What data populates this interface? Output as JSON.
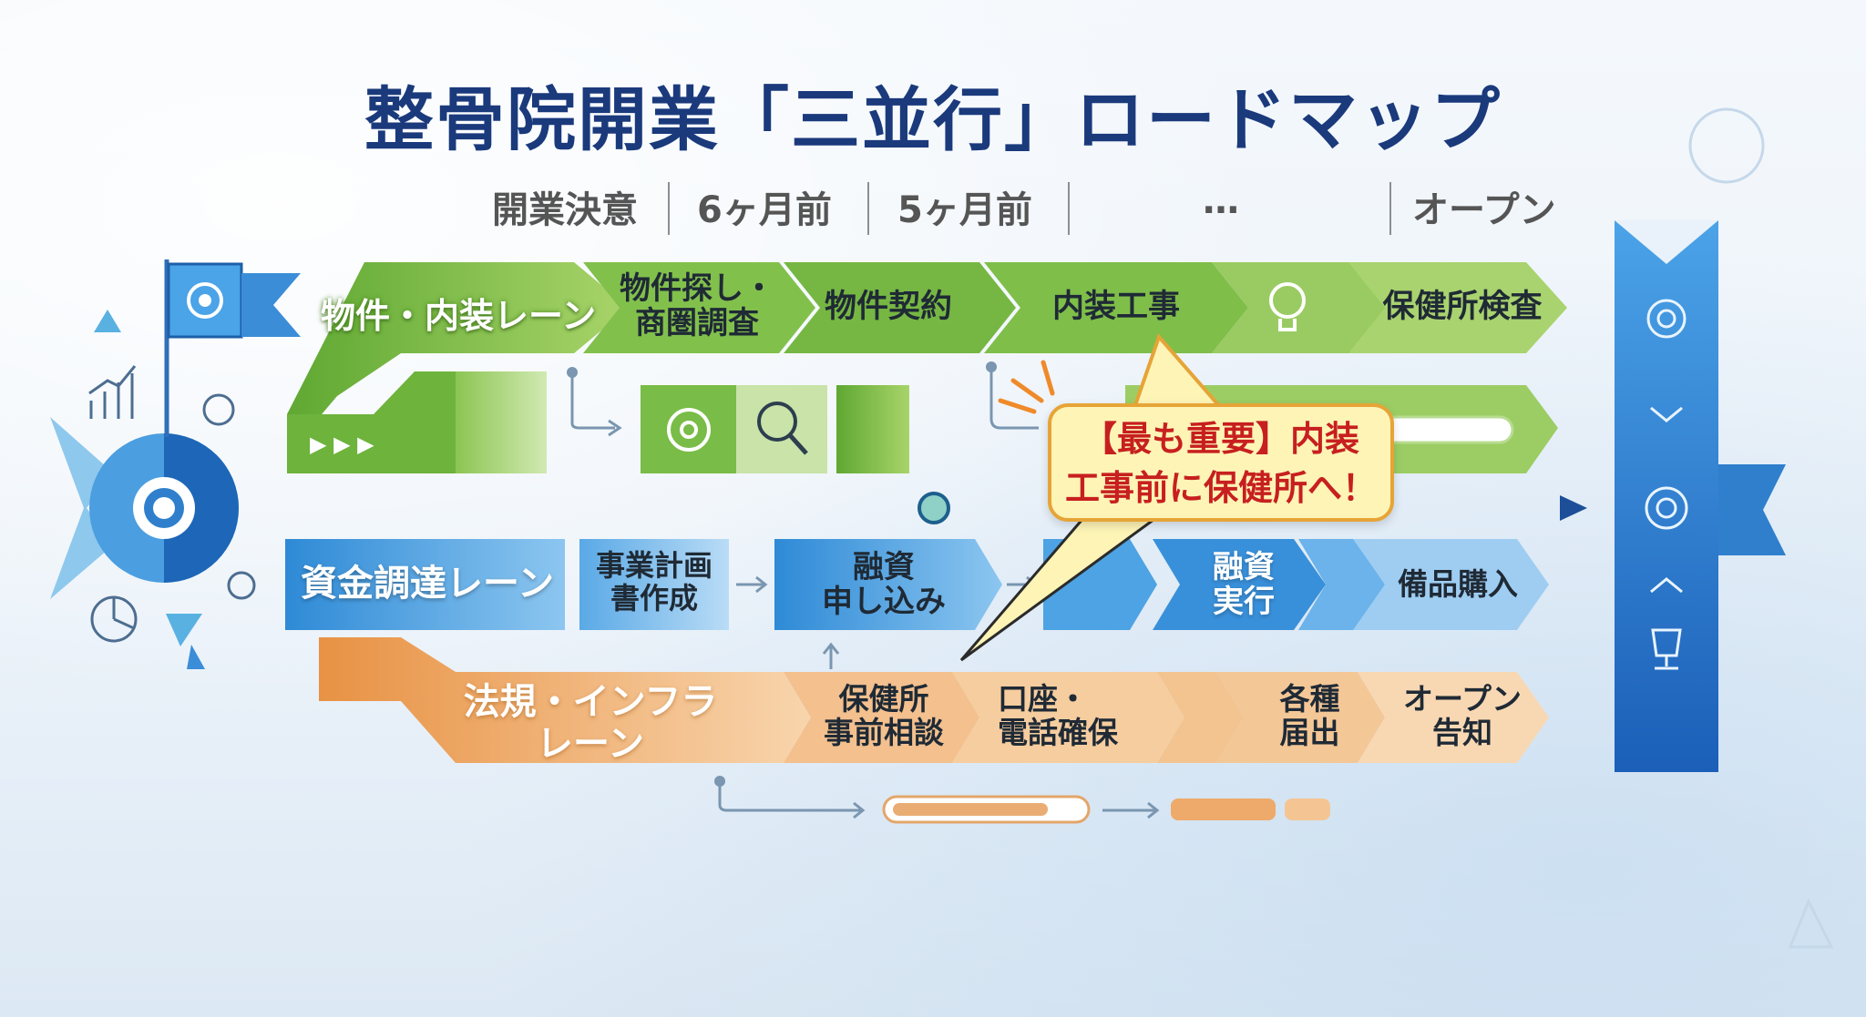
{
  "title": "整骨院開業「三並行」ロードマップ",
  "phases": [
    "開業決意",
    "6ヶ月前",
    "5ヶ月前",
    "…",
    "オープン"
  ],
  "lanes": {
    "property": {
      "title": "物件・内装レーン",
      "steps": [
        {
          "line1": "物件探し・",
          "line2": "商圏調査"
        },
        {
          "line1": "物件契約"
        },
        {
          "line1": "内装工事"
        },
        {
          "line1": "保健所検査"
        }
      ]
    },
    "finance": {
      "title": "資金調達レーン",
      "steps": [
        {
          "line1": "事業計画",
          "line2": "書作成"
        },
        {
          "line1": "融資",
          "line2": "申し込み"
        },
        {
          "line1": "融資",
          "line2": "実行"
        },
        {
          "line1": "備品購入"
        }
      ]
    },
    "legal": {
      "title1": "法規・インフラ",
      "title2": "レーン",
      "steps": [
        {
          "line1": "保健所",
          "line2": "事前相談"
        },
        {
          "line1": "口座・",
          "line2": "電話確保"
        },
        {
          "line1": "各種",
          "line2": "届出"
        },
        {
          "line1": "オープン",
          "line2": "告知"
        }
      ]
    }
  },
  "callout": {
    "line1": "【最も重要】内装",
    "line2": "工事前に保健所へ！"
  },
  "colors": {
    "green": "#7cbc42",
    "green_light": "#a9d36e",
    "blue": "#3b95dd",
    "blue_light": "#8fc4ef",
    "orange": "#eda25a",
    "orange_light": "#f6cfa2",
    "title": "#1a3a7c",
    "alert": "#c71f1f"
  },
  "icons": [
    "gear-icon",
    "bar-chart-icon",
    "head-gear-icon",
    "pie-chart-icon",
    "magnifier-icon",
    "lightbulb-icon",
    "target-icon",
    "trophy-icon",
    "flag-icon"
  ]
}
